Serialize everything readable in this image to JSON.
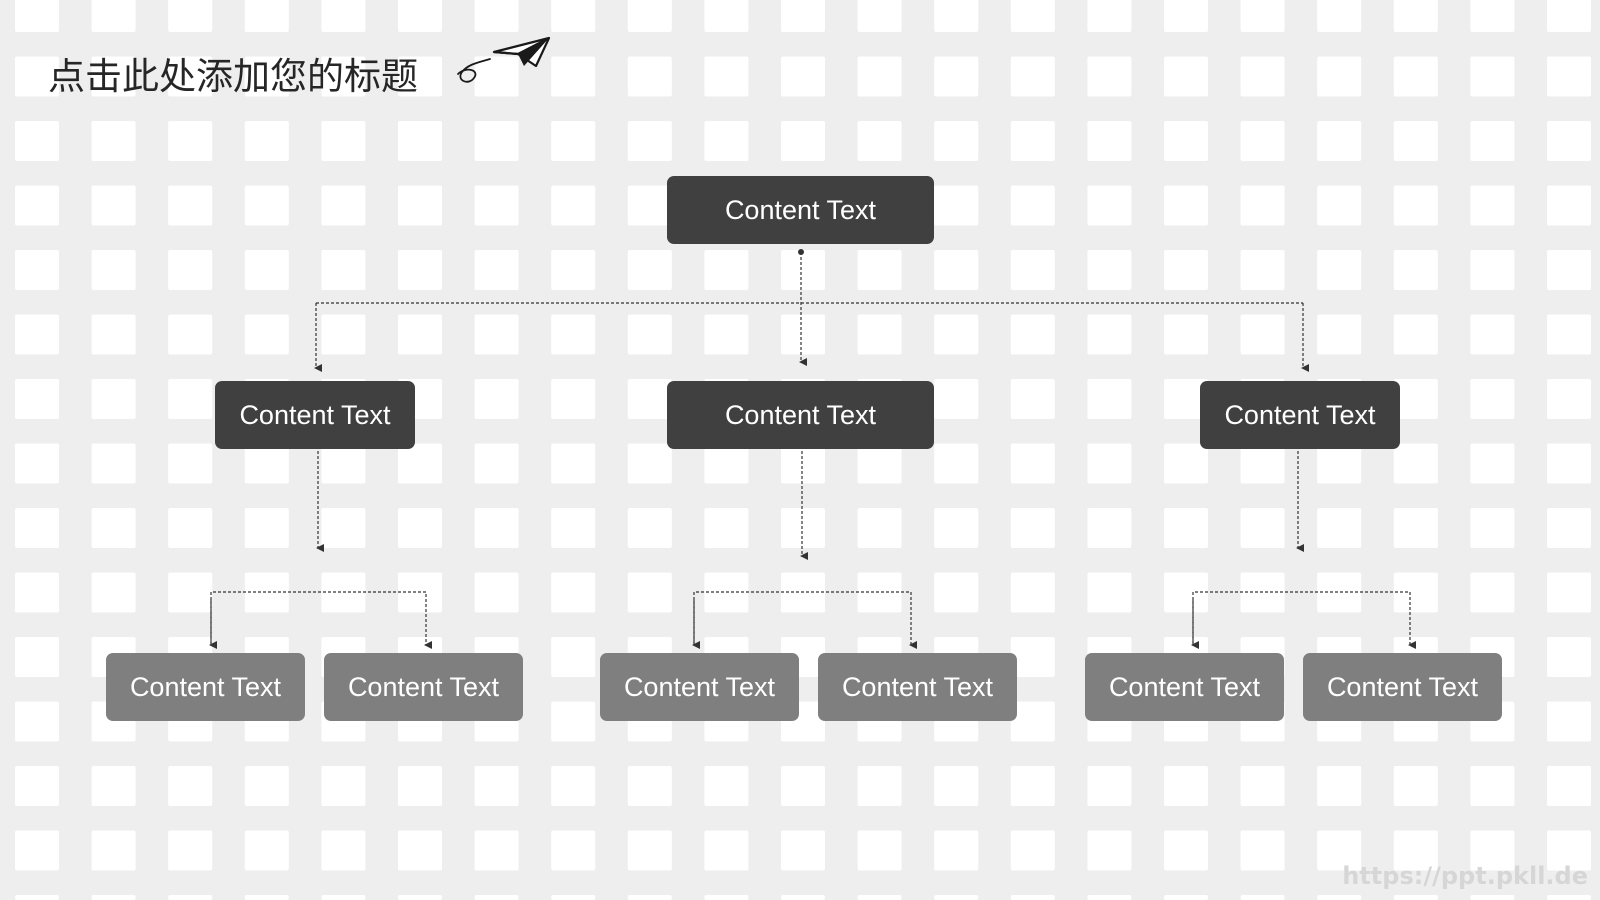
{
  "slide": {
    "title": "点击此处添加您的标题",
    "watermark": "https://ppt.pkll.de"
  },
  "org_chart": {
    "root": {
      "label": "Content Text"
    },
    "level2": [
      {
        "label": "Content Text",
        "children": [
          {
            "label": "Content Text"
          },
          {
            "label": "Content Text"
          }
        ]
      },
      {
        "label": "Content Text",
        "children": [
          {
            "label": "Content Text"
          },
          {
            "label": "Content Text"
          }
        ]
      },
      {
        "label": "Content Text",
        "children": [
          {
            "label": "Content Text"
          },
          {
            "label": "Content Text"
          }
        ]
      }
    ]
  },
  "colors": {
    "dark_node": "#404040",
    "light_node": "#7f7f7f",
    "connector": "#333333"
  },
  "icons": [
    "paper-plane-icon"
  ]
}
